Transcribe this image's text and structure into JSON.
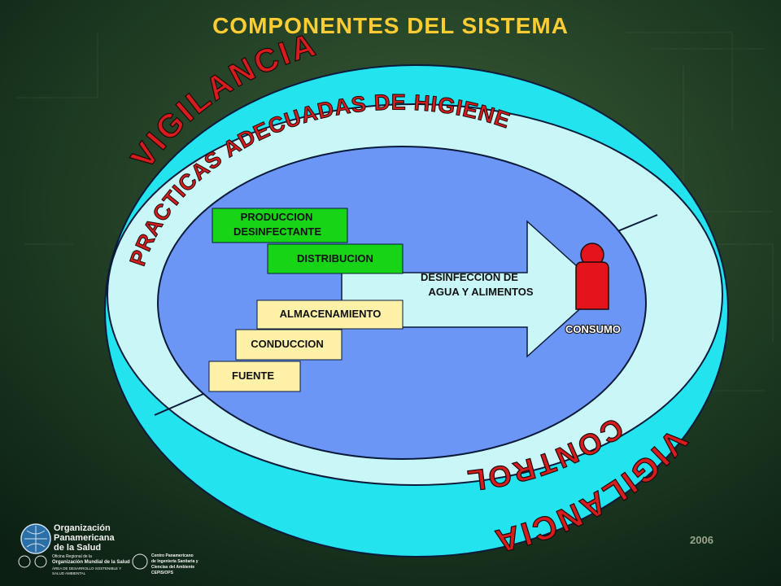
{
  "title": "COMPONENTES DEL SISTEMA",
  "outer_ring": {
    "top_label": "VIGILANCIA",
    "bottom_label": "VIGILANCIA"
  },
  "inner_ring": {
    "top_label": "PRACTICAS ADECUADAS DE HIGIENE",
    "bottom_label": "CONTROL"
  },
  "boxes": {
    "produccion_line1": "PRODUCCION",
    "produccion_line2": "DESINFECTANTE",
    "distribucion": "DISTRIBUCION",
    "almacenamiento": "ALMACENAMIENTO",
    "conduccion": "CONDUCCION",
    "fuente": "FUENTE"
  },
  "arrow": {
    "line1": "DESINFECCION DE",
    "line2": "AGUA Y ALIMENTOS"
  },
  "consumer": {
    "label": "CONSUMO",
    "icon": "person-icon"
  },
  "year": "2006",
  "logos": {
    "paho_line1": "Organización",
    "paho_line2": "Panamericana",
    "paho_line3": "de la Salud",
    "who_line1": "Oficina Regional de la",
    "who_line2": "Organización Mundial de la Salud",
    "who_line3": "ÁREA DE DESARROLLO SOSTENIBLE Y",
    "who_line4": "SALUD AMBIENTAL",
    "cepis_line1": "Centro Panamericano",
    "cepis_line2": "de Ingeniería Sanitaria y",
    "cepis_line3": "Ciencias del Ambiente",
    "cepis_line4": "CEPIS/OPS"
  },
  "colors": {
    "title": "#ffcc33",
    "outer_ring": "#22e3ee",
    "inner_ring": "#c9f7f7",
    "core": "#6b96f6",
    "green_box": "#17d417",
    "yellow_box": "#fff2a8",
    "arrow": "#c9f7f7",
    "person": "#e3141c"
  }
}
